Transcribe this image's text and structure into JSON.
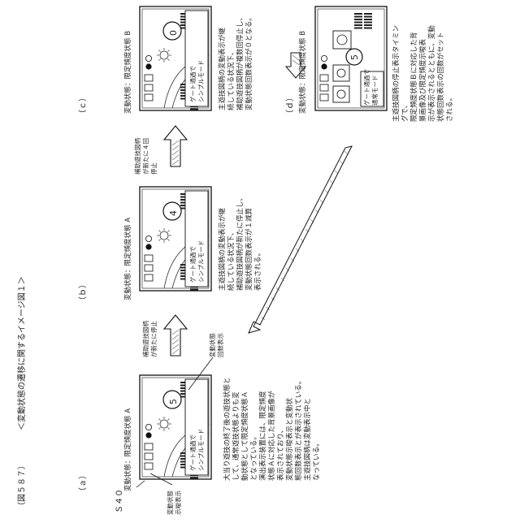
{
  "figure": {
    "number": "（図５８７）",
    "title": "＜変動状態の遷移に関するイメージ図１＞",
    "ref_s40": "Ｓ４０"
  },
  "panels": {
    "a": {
      "label": "（ａ）",
      "header": "変動状態：限定頻度状態 A",
      "count": "5",
      "mode_line1": "ゲート通過で",
      "mode_line2": "シンプルモード",
      "callout_state_display": "変動状態\n示唆表示",
      "callout_count_display": "変動状態\n回数表示",
      "desc": [
        "大当り遊技の終了後の遊技状態と",
        "して、通常遊技状態よりも変",
        "動状態として限定頻度状態Ａ",
        "となっている。",
        "演出表示装置には、限定頻度",
        "状態Ａに対応した背景画像が",
        "表示されており、",
        "変動状態示唆表示と変動状",
        "態回数表示とが表示されている。",
        "主遊技図柄は変動表示中と",
        "なっている。"
      ]
    },
    "b": {
      "label": "（ｂ）",
      "header": "変動状態：限定頻度状態 A",
      "count": "4",
      "mode_line1": "ゲート通過で",
      "mode_line2": "シンプルモード",
      "desc": [
        "主遊技図柄の変動表示が継",
        "続している状況下、",
        "補助遊技図柄が新たに停止し、",
        "変動状態回数表示が１減算",
        "表示される。"
      ]
    },
    "c": {
      "label": "（ｃ）",
      "header": "変動状態：限定頻度状態 B",
      "count": "0",
      "mode_line1": "ゲート通過で",
      "mode_line2": "シンプルモード",
      "desc": [
        "主遊技図柄の変動表示が継",
        "続している状況下、",
        "補助遊技図柄が複数回停止し、",
        "変動状態回数表示が０となる。"
      ]
    },
    "d": {
      "label": "（ｄ）",
      "header": "変動状態：限定頻度状態 B",
      "count": "5",
      "mode_line1": "ゲート通過で",
      "mode_line2": "通常モード",
      "desc": [
        "主遊技図柄の停止表示タイミン",
        "グで、",
        "限定頻度状態Ｂに対応した背",
        "景画像及び限定頻度示唆表",
        "示が表示されるとともに、変動",
        "状態回数表示の回数がセット",
        "される。"
      ]
    }
  },
  "arrows": {
    "a_to_b": "補助遊技図柄\nが新たに停止",
    "b_to_c": "補助遊技図柄\nが新たに４回\n停止"
  }
}
